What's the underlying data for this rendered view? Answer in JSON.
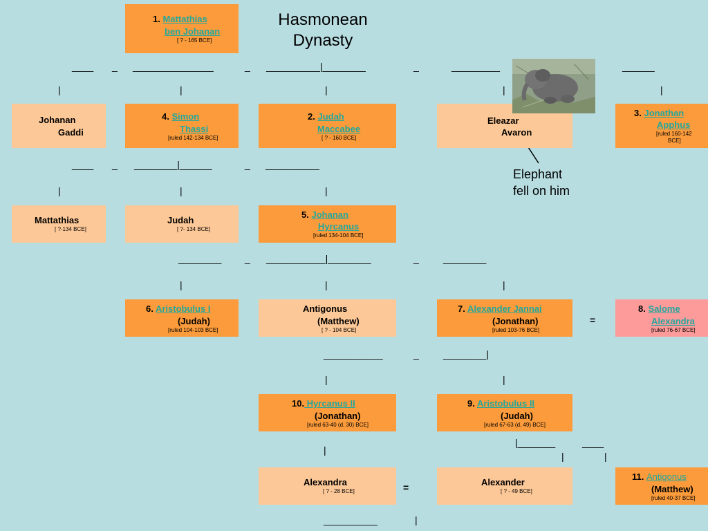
{
  "title": {
    "line1": "Hasmonean",
    "line2": "Dynasty"
  },
  "note": {
    "line1": "Elephant",
    "line2": "fell on him"
  },
  "equals": "=",
  "connectors": {
    "r1": {
      "a": "____",
      "b": "_",
      "c": "_______________",
      "d": "_",
      "e": "__________|________",
      "f": "_",
      "g": "_________",
      "h": "______"
    },
    "r2": {
      "a": "|",
      "b": "|",
      "c": "|",
      "d": "|",
      "e": "|"
    },
    "r3": {
      "a": "____",
      "b": "_",
      "c": "________|______",
      "d": "_",
      "e": "__________"
    },
    "r4": {
      "a": "|",
      "b": "|",
      "c": "|"
    },
    "r5": {
      "a": "________",
      "b": "_",
      "c": "___________|________",
      "d": "_",
      "e": "________"
    },
    "r6": {
      "a": "|",
      "b": "|",
      "c": "|"
    },
    "r7": {
      "a": "___________",
      "b": "_",
      "c": "________|"
    },
    "r8": {
      "a": "|",
      "b": "|"
    },
    "r9": {
      "a": "|_______",
      "b": "____",
      "c": "|",
      "d": "|",
      "e": "|"
    },
    "r10": {
      "a": "__________",
      "b": "|"
    }
  },
  "boxes": {
    "mattathias_top": {
      "num": "1.",
      "name1": "Mattathias",
      "name2": "ben Johanan",
      "dates": "[ ? - 165 BCE]"
    },
    "johanan_gaddi": {
      "name1": "Johanan",
      "name2": "Gaddi"
    },
    "simon": {
      "num": "4.",
      "name1": "Simon",
      "name2": "Thassi",
      "dates": "[ruled 142-134 BCE]"
    },
    "judah_maccabee": {
      "num": "2.",
      "name1": "Judah",
      "name2": "Maccabee",
      "dates": "[ ? - 160 BCE]"
    },
    "eleazar": {
      "name1": "Eleazar",
      "name2": "Avaron"
    },
    "jonathan_apphus": {
      "num": "3.",
      "name1": "Jonathan",
      "name2": "Apphus",
      "dates1": "[ruled 160-142",
      "dates2": "BCE]"
    },
    "mattathias_2": {
      "name1": "Mattathias",
      "dates": "[ ?-134 BCE]"
    },
    "judah_2": {
      "name1": "Judah",
      "dates": "[ ?- 134 BCE]"
    },
    "johanan_hyrcanus": {
      "num": "5.",
      "name1": "Johanan",
      "name2": "Hyrcanus",
      "dates": "[ruled 134-104 BCE]"
    },
    "aristobulus_1": {
      "num": "6.",
      "name1": "Aristobulus I",
      "name2": "(Judah)",
      "dates": "[ruled 104-103 BCE]"
    },
    "antigonus_1": {
      "name1": "Antigonus",
      "name2": "(Matthew)",
      "dates": "[ ? - 104 BCE]"
    },
    "alexander_jannai": {
      "num": "7.",
      "name1": "Alexander Jannai",
      "name2": "(Jonathan)",
      "dates": "[ruled 103-76 BCE]"
    },
    "salome": {
      "num": "8.",
      "name1": "Salome",
      "name2": "Alexandra",
      "dates": "[ruled 76-67 BCE]"
    },
    "hyrcanus_2": {
      "num": "10.",
      "name1": " Hyrcanus II",
      "name2": "(Jonathan)",
      "dates": "[ruled 63-40 (d. 30) BCE]"
    },
    "aristobulus_2": {
      "num": "9.",
      "name1": "Aristobulus II",
      "name2": "(Judah)",
      "dates": "[ruled 67-63 (d. 49) BCE]"
    },
    "alexandra": {
      "name1": "Alexandra",
      "dates": "[ ? - 28 BCE]"
    },
    "alexander": {
      "name1": "Alexander",
      "dates": "[ ? - 49 BCE]"
    },
    "antigonus_2": {
      "num": "11.",
      "name1": "Antigonus",
      "name2": "(Matthew)",
      "dates": "[ruled 40-37 BCE]"
    }
  },
  "colors": {
    "background": "#b8dde1",
    "box_dark": "#fb9b3b",
    "box_light": "#fdc897",
    "box_pink": "#fd9a9a",
    "link": "#23a79c"
  }
}
